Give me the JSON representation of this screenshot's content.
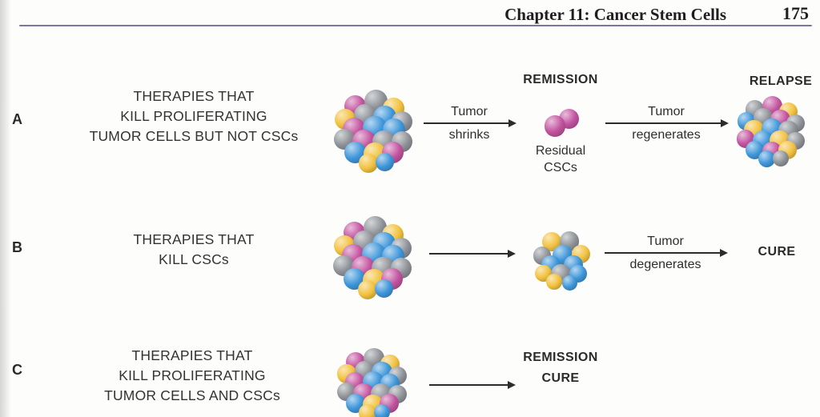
{
  "header": {
    "chapter_title": "Chapter 11: Cancer Stem Cells",
    "page_number": "175"
  },
  "colors": {
    "rule": "#7d739c",
    "ink": "#333333",
    "csc_magenta": "#c3539f",
    "cell_gray": "#8f9398",
    "cell_yellow": "#f2c13d",
    "cell_blue": "#3e96d9"
  },
  "rows": [
    {
      "label": "A",
      "therapy": [
        "THERAPIES THAT",
        "KILL PROLIFERATING",
        "TUMOR CELLS BUT NOT CSCs"
      ],
      "arrow1": {
        "top": "Tumor",
        "bottom": "shrinks"
      },
      "stage1_heading": "REMISSION",
      "stage1_caption": [
        "Residual",
        "CSCs"
      ],
      "arrow2": {
        "top": "Tumor",
        "bottom": "regenerates"
      },
      "outcome": "RELAPSE"
    },
    {
      "label": "B",
      "therapy": [
        "THERAPIES THAT",
        "KILL CSCs"
      ],
      "arrow2": {
        "top": "Tumor",
        "bottom": "degenerates"
      },
      "outcome": "CURE"
    },
    {
      "label": "C",
      "therapy": [
        "THERAPIES THAT",
        "KILL PROLIFERATING",
        "TUMOR CELLS AND CSCs"
      ],
      "outcome": [
        "REMISSION",
        "CURE"
      ]
    }
  ],
  "clusters": {
    "full_tumor": [
      "magenta",
      "gray",
      "yellow",
      "yellow",
      "gray",
      "blue",
      "gray",
      "magenta",
      "blue",
      "blue",
      "gray",
      "magenta",
      "gray",
      "gray",
      "blue",
      "yellow",
      "magenta",
      "yellow",
      "blue"
    ],
    "relapse_tumor": [
      "gray",
      "magenta",
      "yellow",
      "blue",
      "gray",
      "magenta",
      "gray",
      "yellow",
      "blue",
      "gray",
      "magenta",
      "blue",
      "yellow",
      "gray",
      "blue",
      "magenta",
      "yellow",
      "blue",
      "gray"
    ],
    "csc_depleted": [
      "yellow",
      "gray",
      "gray",
      "blue",
      "yellow",
      "blue",
      "blue",
      "yellow",
      "gray",
      "blue",
      "yellow",
      "blue"
    ],
    "residual_cscs": [
      "magenta",
      "magenta"
    ]
  }
}
